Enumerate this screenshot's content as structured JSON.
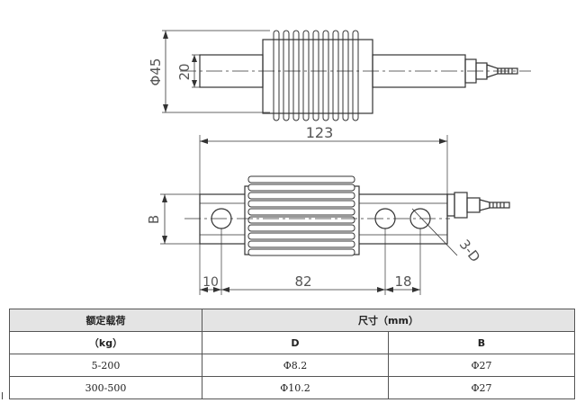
{
  "drawing": {
    "top_view": {
      "dim_outer": "Φ45",
      "dim_inner": "20"
    },
    "front_view": {
      "dim_length": "123",
      "dim_height": "B",
      "dim_left": "10",
      "dim_mid": "82",
      "dim_right": "18",
      "hole_label": "3-D"
    }
  },
  "table": {
    "header_load": "额定载荷",
    "header_load_unit": "（kg）",
    "header_size": "尺寸（mm）",
    "col_d": "D",
    "col_b": "B",
    "rows": [
      {
        "load": "5-200",
        "d": "Φ8.2",
        "b": "Φ27"
      },
      {
        "load": "300-500",
        "d": "Φ10.2",
        "b": "Φ27"
      }
    ]
  }
}
